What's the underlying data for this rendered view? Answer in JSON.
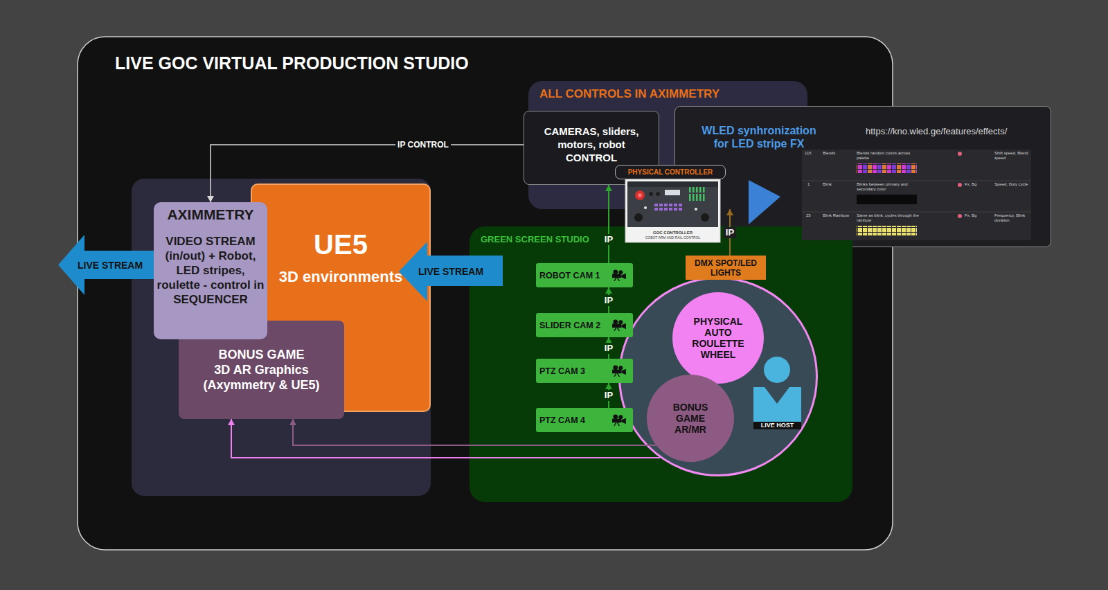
{
  "diagram": {
    "title": "LIVE GOC VIRTUAL PRODUCTION STUDIO",
    "nodes": [
      {
        "text": [
          "ALL CONTROLS IN AXIMMETRY"
        ]
      },
      {
        "text": [
          "CAMERAS, sliders, motors, robot CONTROL"
        ],
        "in": 0
      },
      {
        "text": [
          "WLED synhronization for LED stripe FX",
          "https://kno.wled.ge/features/effects/"
        ]
      },
      {
        "text": [
          "PHYSICAL CONTROLLER",
          "GOC CONTROLLER",
          "COBOT ARM AND RAIL CONTROL"
        ]
      },
      {
        "text": [
          "LIVE STREAM"
        ]
      },
      {
        "text": [
          "AXIMMETRY",
          "VIDEO STREAM (in/out) + Robot, LED stripes, roulette - control in SEQUENCER"
        ]
      },
      {
        "text": [
          "UE5",
          "3D environments"
        ]
      },
      {
        "text": [
          "BONUS GAME",
          "3D AR Graphics (Axymmetry & UE5)"
        ]
      },
      {
        "text": [
          "LIVE STREAM"
        ]
      },
      {
        "text": [
          "GREEN SCREEN STUDIO"
        ]
      },
      {
        "text": [
          "ROBOT CAM 1"
        ],
        "in": 9
      },
      {
        "text": [
          "SLIDER CAM 2"
        ],
        "in": 9
      },
      {
        "text": [
          "PTZ CAM 3"
        ],
        "in": 9
      },
      {
        "text": [
          "PTZ CAM 4"
        ],
        "in": 9
      },
      {
        "text": [
          "DMX SPOT/LED LIGHTS"
        ],
        "in": 9
      },
      {
        "text": [
          "LIVE HOST"
        ],
        "in": 9
      },
      {
        "text": [
          "PHYSICAL AUTO ROULETTE WHEEL"
        ],
        "in": 15
      },
      {
        "text": [
          "BONUS GAME AR/MR"
        ],
        "in": 15
      }
    ],
    "edges": [
      {
        "from": 1,
        "to": 5,
        "label": "IP CONTROL",
        "arrow": "to"
      },
      {
        "from": 10,
        "to": 1,
        "label": "IP",
        "arrow": "to"
      },
      {
        "from": 11,
        "to": 10,
        "label": "IP",
        "arrow": "to"
      },
      {
        "from": 12,
        "to": 11,
        "label": "IP",
        "arrow": "to"
      },
      {
        "from": 13,
        "to": 12,
        "label": "IP",
        "arrow": "to"
      },
      {
        "from": 14,
        "to": 0,
        "label": "IP",
        "arrow": "to"
      },
      {
        "from": 15,
        "to": 7,
        "arrow": "to"
      },
      {
        "from": 17,
        "to": 7,
        "arrow": "to"
      }
    ],
    "labels": [
      "115",
      "Blends",
      "Blends random colors across palette",
      "Shift speed, Blend speed",
      "1",
      "Blink",
      "Blinks between primary and secondary color",
      "Fx, Bg",
      "Speed, Duty cycle",
      "25",
      "Blink Rainbow",
      "Same as blink, cycles through the rainbow",
      "Fx, Bg",
      "Frequency, Blink duration"
    ]
  }
}
